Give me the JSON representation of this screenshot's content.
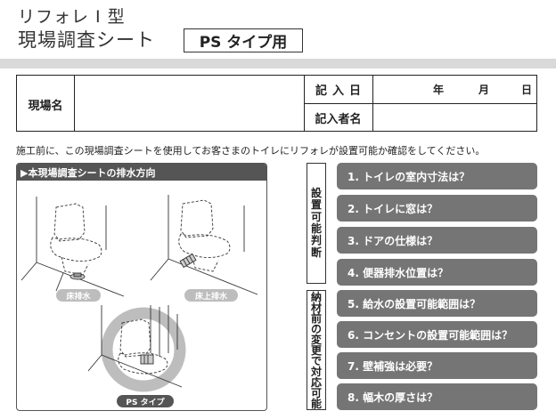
{
  "title": {
    "line1": "リフォレ I 型",
    "line2": "現場調査シート",
    "type_badge": "PS タイプ用"
  },
  "info_table": {
    "site_label": "現場名",
    "date_label": "記入日",
    "year": "年",
    "month": "月",
    "day": "日",
    "writer_label": "記入者名"
  },
  "intro_text": "施工前に、この現場調査シートを使用してお客さまのトイレにリフォレが設置可能か確認をしてください。",
  "drain_panel": {
    "title": "▶本現場調査シートの排水方向",
    "floor_drain": "床排水",
    "floor_upper_drain": "床上排水",
    "ps_type": "PS タイプ"
  },
  "side_labels": {
    "installable": [
      "設",
      "置",
      "可",
      "能",
      "判",
      "断"
    ],
    "change_before_delivery": [
      "納",
      "材",
      "前",
      "の",
      "変",
      "更",
      "で",
      "対",
      "応",
      "可",
      "能"
    ]
  },
  "questions": [
    "1. トイレの室内寸法は？",
    "2. トイレに窓は？",
    "3. ドアの仕様は？",
    "4. 便器排水位置は？",
    "5. 給水の設置可能範囲は？",
    "6. コンセントの設置可能範囲は？",
    "7. 壁補強は必要？",
    "8. 幅木の厚さは？"
  ],
  "colors": {
    "question_bg": "#757575",
    "panel_header_bg": "#555555",
    "band": "#d9d9d9",
    "ring": "#bdbdbd"
  }
}
